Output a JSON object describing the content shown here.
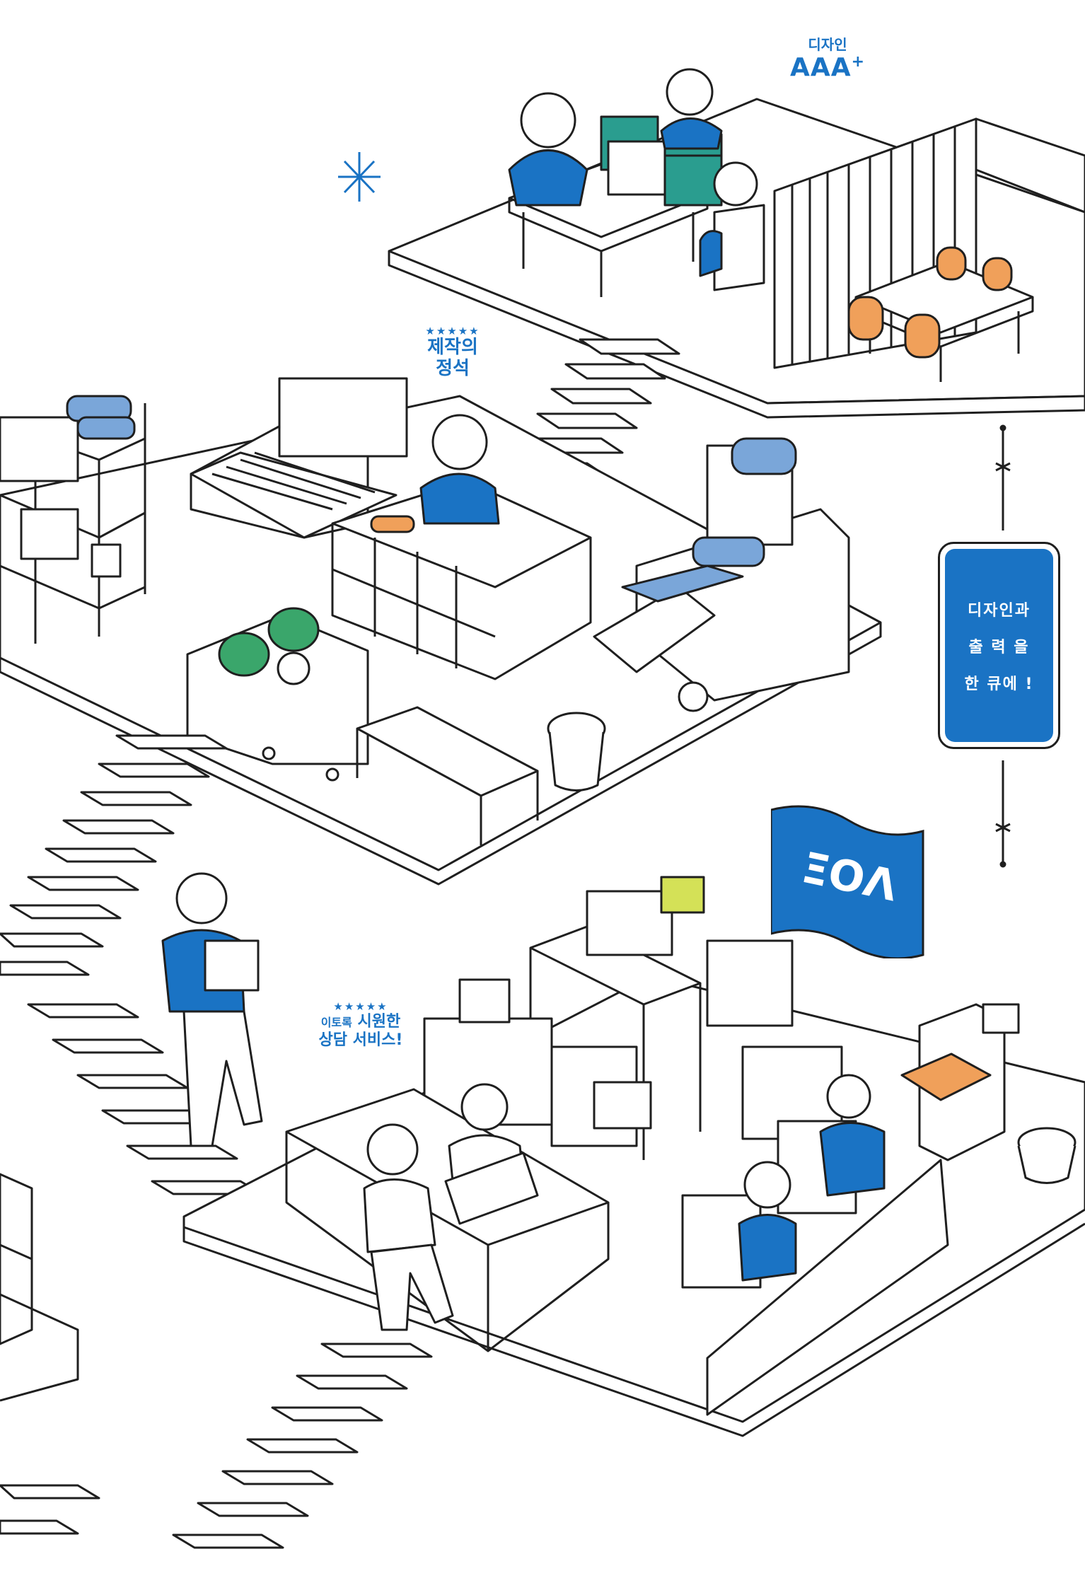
{
  "labels": {
    "design_small": "디자인",
    "design_big": "AAA",
    "design_sup": "+",
    "production_stars": "★★★★★",
    "production_line1": "제작의",
    "production_line2": "정석",
    "consult_stars": "★★★★★",
    "consult_line1_small": "이토록",
    "consult_line1_big": "시원한",
    "consult_line2": "상담 서비스!"
  },
  "banner": {
    "line1": "디자인과",
    "line2": "출 력 을",
    "line3": "한 큐에 !"
  },
  "logo": {
    "text": "ΞOΛ"
  },
  "colors": {
    "accent": "#1a73c4",
    "line": "#1f1f1f",
    "teal": "#2a9d8f",
    "green": "#3aa66b",
    "orange": "#f0a05a",
    "lightblue": "#7aa6d9"
  }
}
